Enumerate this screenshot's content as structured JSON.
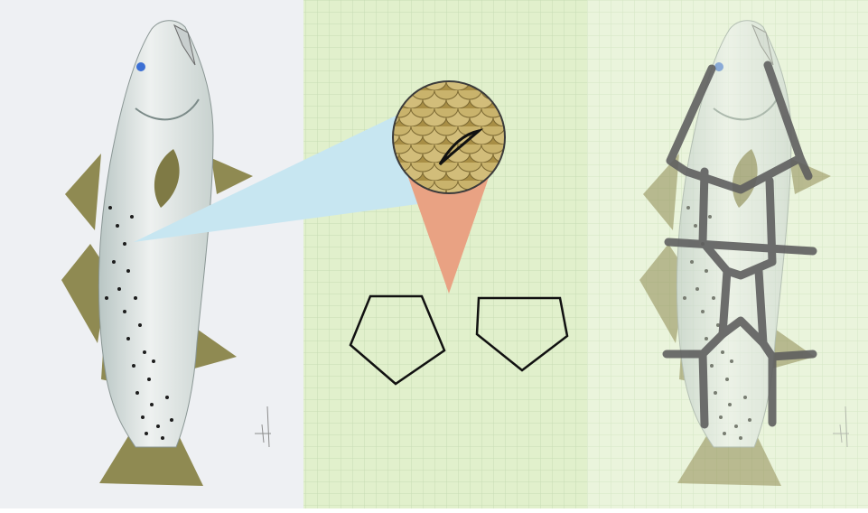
{
  "figure": {
    "panels": [
      {
        "id": "fish-original",
        "description_icon": "fish-illustration"
      },
      {
        "id": "scale-extraction",
        "description_icon": "magnifier-scale-pentagons"
      },
      {
        "id": "fish-segmented",
        "description_icon": "fish-with-pentagon-grid"
      }
    ],
    "colors": {
      "panel_left_bg": "#eef0f3",
      "panel_mid_bg": "#e1f0cc",
      "panel_right_bg": "#eaf4dc",
      "grid_line": "#c6dcb4",
      "beam_blue": "#c7e6f1",
      "beam_salmon": "#e9a283",
      "overlay_grey": "#5f5f5f",
      "fish_body": "#d7e0df",
      "fish_fin": "#8f8a52",
      "fish_spot": "#1d1d1d"
    }
  }
}
